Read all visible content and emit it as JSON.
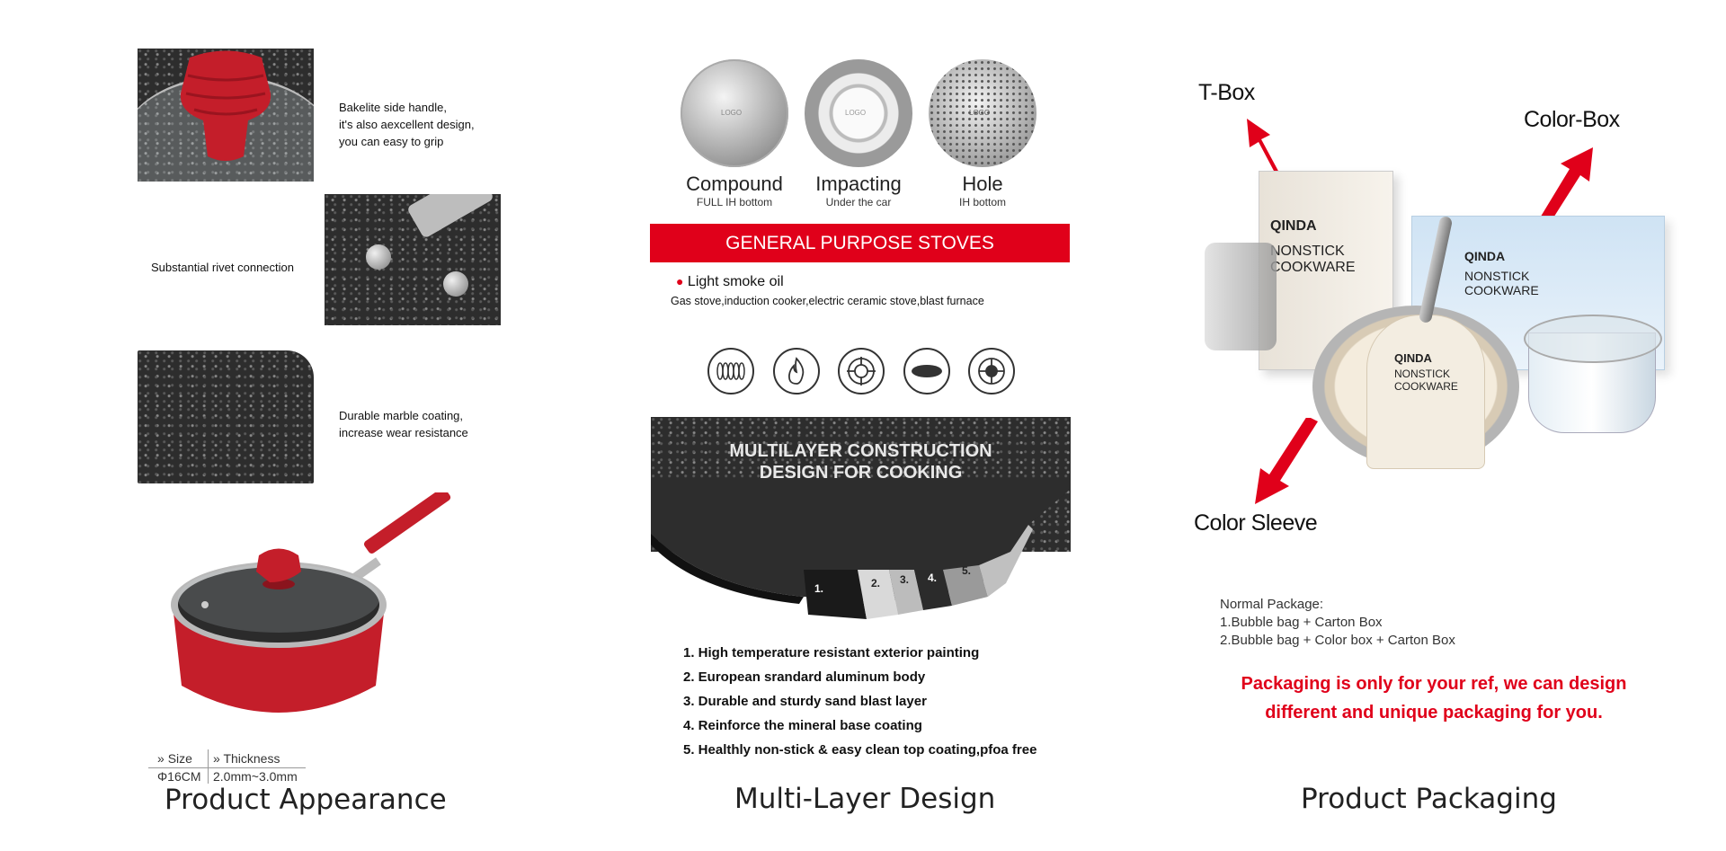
{
  "appearance": {
    "handle_note": [
      "Bakelite side handle,",
      "it's also aexcellent design,",
      "you can easy to grip"
    ],
    "rivet_note": "Substantial rivet connection",
    "coating_note": [
      "Durable marble coating,",
      "increase wear resistance"
    ],
    "spec": {
      "size_label": "Size",
      "thickness_label": "Thickness",
      "size_value": "Φ16CM",
      "thickness_value": "2.0mm~3.0mm"
    },
    "caption": "Product Appearance"
  },
  "multilayer": {
    "bottoms": [
      {
        "title": "Compound",
        "sub": "FULL IH bottom",
        "logo": "LOGO"
      },
      {
        "title": "Impacting",
        "sub": "Under the car",
        "logo": "LOGO"
      },
      {
        "title": "Hole",
        "sub": "IH bottom",
        "logo": "LOGO"
      }
    ],
    "banner": "GENERAL PURPOSE STOVES",
    "smoke": "Light smoke oil",
    "stove_types": "Gas stove,induction cooker,electric ceramic stove,blast furnace",
    "stove_icons": [
      "induction-coil-icon",
      "flame-icon",
      "gas-burner-icon",
      "ceramic-plate-icon",
      "hotplate-icon"
    ],
    "construction_title": [
      "MULTILAYER CONSTRUCTION",
      "DESIGN FOR COOKING"
    ],
    "layer_numbers": [
      "1.",
      "2.",
      "3.",
      "4.",
      "5."
    ],
    "features": [
      "1. High temperature resistant exterior painting",
      "2. European srandard aluminum body",
      "3. Durable and sturdy sand blast layer",
      "4. Reinforce the mineral base coating",
      "5. Healthly non-stick & easy clean top coating,pfoa free"
    ],
    "caption": "Multi-Layer Design"
  },
  "packaging": {
    "labels": {
      "t_box": "T-Box",
      "color_box": "Color-Box",
      "color_sleeve": "Color Sleeve"
    },
    "box_brand": "QINDA",
    "box_text": [
      "NONSTICK",
      "COOKWARE"
    ],
    "sleeve_text": [
      "NONSTICK",
      "COOKWARE"
    ],
    "normal_package_title": "Normal Package:",
    "normal_package_items": [
      "1.Bubble bag + Carton Box",
      "2.Bubble bag + Color box + Carton Box"
    ],
    "disclaimer": [
      "Packaging is only for your ref, we can design",
      "different and unique packaging for you."
    ],
    "caption": "Product Packaging"
  },
  "colors": {
    "accent_red": "#e0001a",
    "pan_red": "#c41e2a",
    "dark_coating": "#2d2d2d"
  }
}
